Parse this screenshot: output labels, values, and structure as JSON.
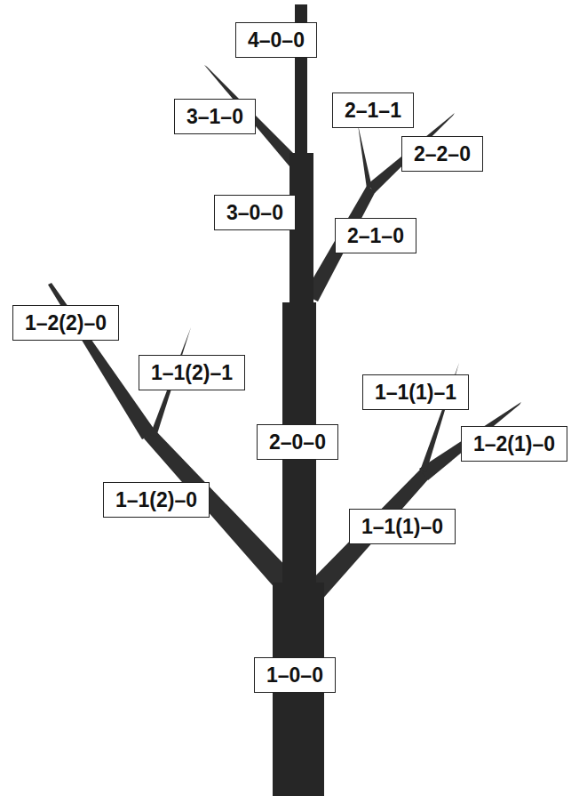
{
  "diagram": {
    "nodes": [
      {
        "text": [
          "4–0–0"
        ]
      },
      {
        "text": [
          "2–1–1"
        ]
      },
      {
        "text": [
          "3–1–0"
        ]
      },
      {
        "text": [
          "2–2–0"
        ]
      },
      {
        "text": [
          "3–0–0"
        ]
      },
      {
        "text": [
          "2–1–0"
        ]
      },
      {
        "text": [
          "1–2(2)–0"
        ]
      },
      {
        "text": [
          "1–1(2)–1"
        ]
      },
      {
        "text": [
          "1–1(1)–1"
        ]
      },
      {
        "text": [
          "2–0–0"
        ]
      },
      {
        "text": [
          "1–2(1)–0"
        ]
      },
      {
        "text": [
          "1–1(2)–0"
        ]
      },
      {
        "text": [
          "1–1(1)–0"
        ]
      },
      {
        "text": [
          "1–0–0"
        ]
      }
    ]
  }
}
